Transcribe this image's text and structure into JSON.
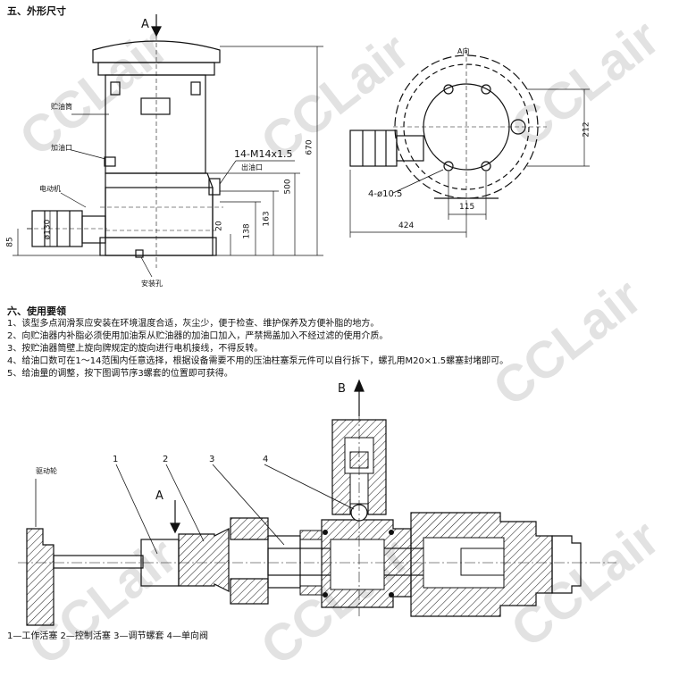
{
  "section5_title": "五、外形尺寸",
  "section6_title": "六、使用要领",
  "fig1": {
    "view_A": "A",
    "label_reservoir": "贮油筒",
    "label_fill_port": "加油口",
    "label_motor": "电动机",
    "label_mount_hole": "安装孔",
    "label_outlet_spec": "14-M14x1.5",
    "label_outlet": "出油口",
    "dim_670": "670",
    "dim_500": "500",
    "dim_163": "163",
    "dim_138": "138",
    "dim_20": "20",
    "dim_130": "ø130",
    "dim_85": "85"
  },
  "fig2": {
    "title": "A向",
    "dim_212": "212",
    "dim_bolts": "4-ø10.5",
    "dim_115": "115",
    "dim_424": "424"
  },
  "instructions": [
    "1、该型多点润滑泵应安装在环境温度合适，灰尘少，便于检查、维护保养及方便补脂的地方。",
    "2、向贮油器内补脂必须使用加油泵从贮油器的加油口加入，严禁揭盖加入不经过滤的使用介质。",
    "3、按贮油器筒壁上旋向牌规定的旋向进行电机接线，不得反转。",
    "4、给油口数可在1～14范围内任意选择，根据设备需要不用的压油柱塞泵元件可以自行拆下，螺孔用M20×1.5螺塞封堵即可。",
    "5、给油量的调整，按下图调节序3螺套的位置即可获得。"
  ],
  "fig3": {
    "label_B": "B",
    "label_A": "A",
    "label_drive_wheel": "驱动轮",
    "n1": "1",
    "n2": "2",
    "n3": "3",
    "n4": "4"
  },
  "legend": "1—工作活塞 2—控制活塞 3—调节螺套 4—单向阀",
  "watermark": "CCLair"
}
